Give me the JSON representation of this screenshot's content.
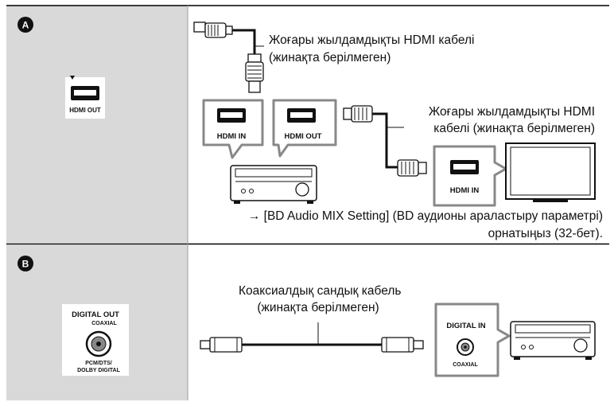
{
  "section_a": {
    "badge": "A",
    "port_label": "HDMI OUT",
    "cable1_line1": "Жоғары жылдамдықты HDMI кабелі",
    "cable1_line2": "(жинақта берілмеген)",
    "receiver_in_label": "HDMI IN",
    "receiver_out_label": "HDMI OUT",
    "cable2_line1": "Жоғары жылдамдықты HDMI",
    "cable2_line2": "кабелі (жинақта берілмеген)",
    "tv_in_label": "HDMI IN",
    "note_line1": "→ [BD Audio MIX Setting] (BD аудионы араластыру параметрі)",
    "note_line2": "орнатыңыз (32-бет)."
  },
  "section_b": {
    "badge": "B",
    "port_title": "DIGITAL OUT",
    "port_sub": "COAXIAL",
    "port_bottom1": "PCM/DTS/",
    "port_bottom2": "DOLBY DIGITAL",
    "cable_line1": "Коаксиалдық сандық кабель",
    "cable_line2": "(жинақта берілмеген)",
    "receiver_label": "DIGITAL IN",
    "receiver_sub": "COAXIAL"
  }
}
